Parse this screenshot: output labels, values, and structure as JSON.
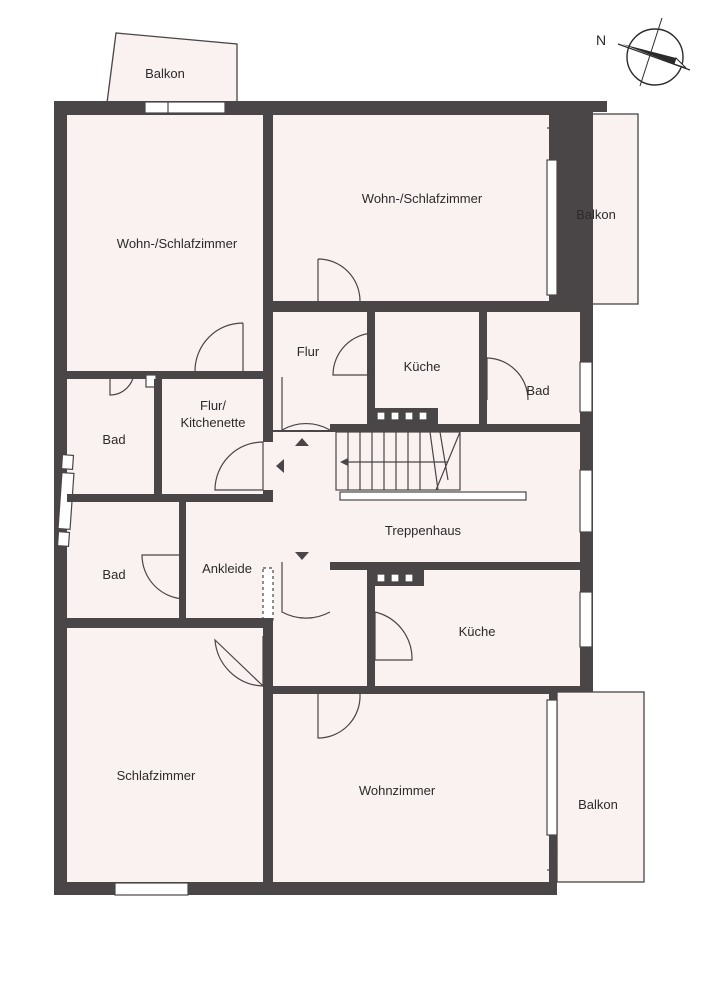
{
  "compass": {
    "letter": "N"
  },
  "rooms": {
    "balkon_top": "Balkon",
    "wohn_schlaf_left": "Wohn-/Schlafzimmer",
    "wohn_schlaf_right": "Wohn-/Schlafzimmer",
    "balkon_right_top": "Balkon",
    "flur": "Flur",
    "kueche_top": "Küche",
    "bad_right": "Bad",
    "bad_left_top": "Bad",
    "flur_kitchenette_line1": "Flur/",
    "flur_kitchenette_line2": "Kitchenette",
    "treppenhaus": "Treppenhaus",
    "bad_left_bottom": "Bad",
    "ankleide": "Ankleide",
    "kueche_bottom": "Küche",
    "schlafzimmer": "Schlafzimmer",
    "wohnzimmer": "Wohnzimmer",
    "balkon_right_bottom": "Balkon"
  },
  "colors": {
    "wall": "#4a4547",
    "floor": "#faf1f1",
    "background": "#ffffff"
  }
}
